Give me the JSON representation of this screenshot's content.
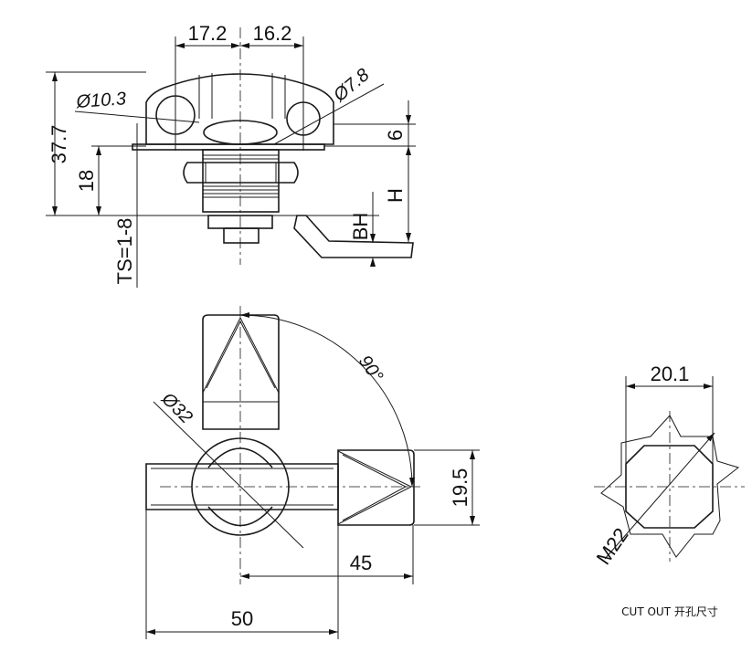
{
  "top_view": {
    "dim_left_width": "17.2",
    "dim_right_width": "16.2",
    "dim_hole_large": "Ø10.3",
    "dim_hole_small": "Ø7.8",
    "dim_total_height": "37.7",
    "dim_body_height": "18",
    "dim_head_height": "6",
    "dim_h": "H",
    "dim_bh": "BH",
    "dim_thickness": "TS=1-8"
  },
  "front_view": {
    "dim_rotation": "90°",
    "dim_diameter": "Ø32",
    "dim_handle_width": "19.5",
    "dim_reach": "45",
    "dim_length": "50"
  },
  "cutout": {
    "dim_width": "20.1",
    "dim_thread": "M22",
    "caption": "CUT OUT 开孔尺寸"
  }
}
